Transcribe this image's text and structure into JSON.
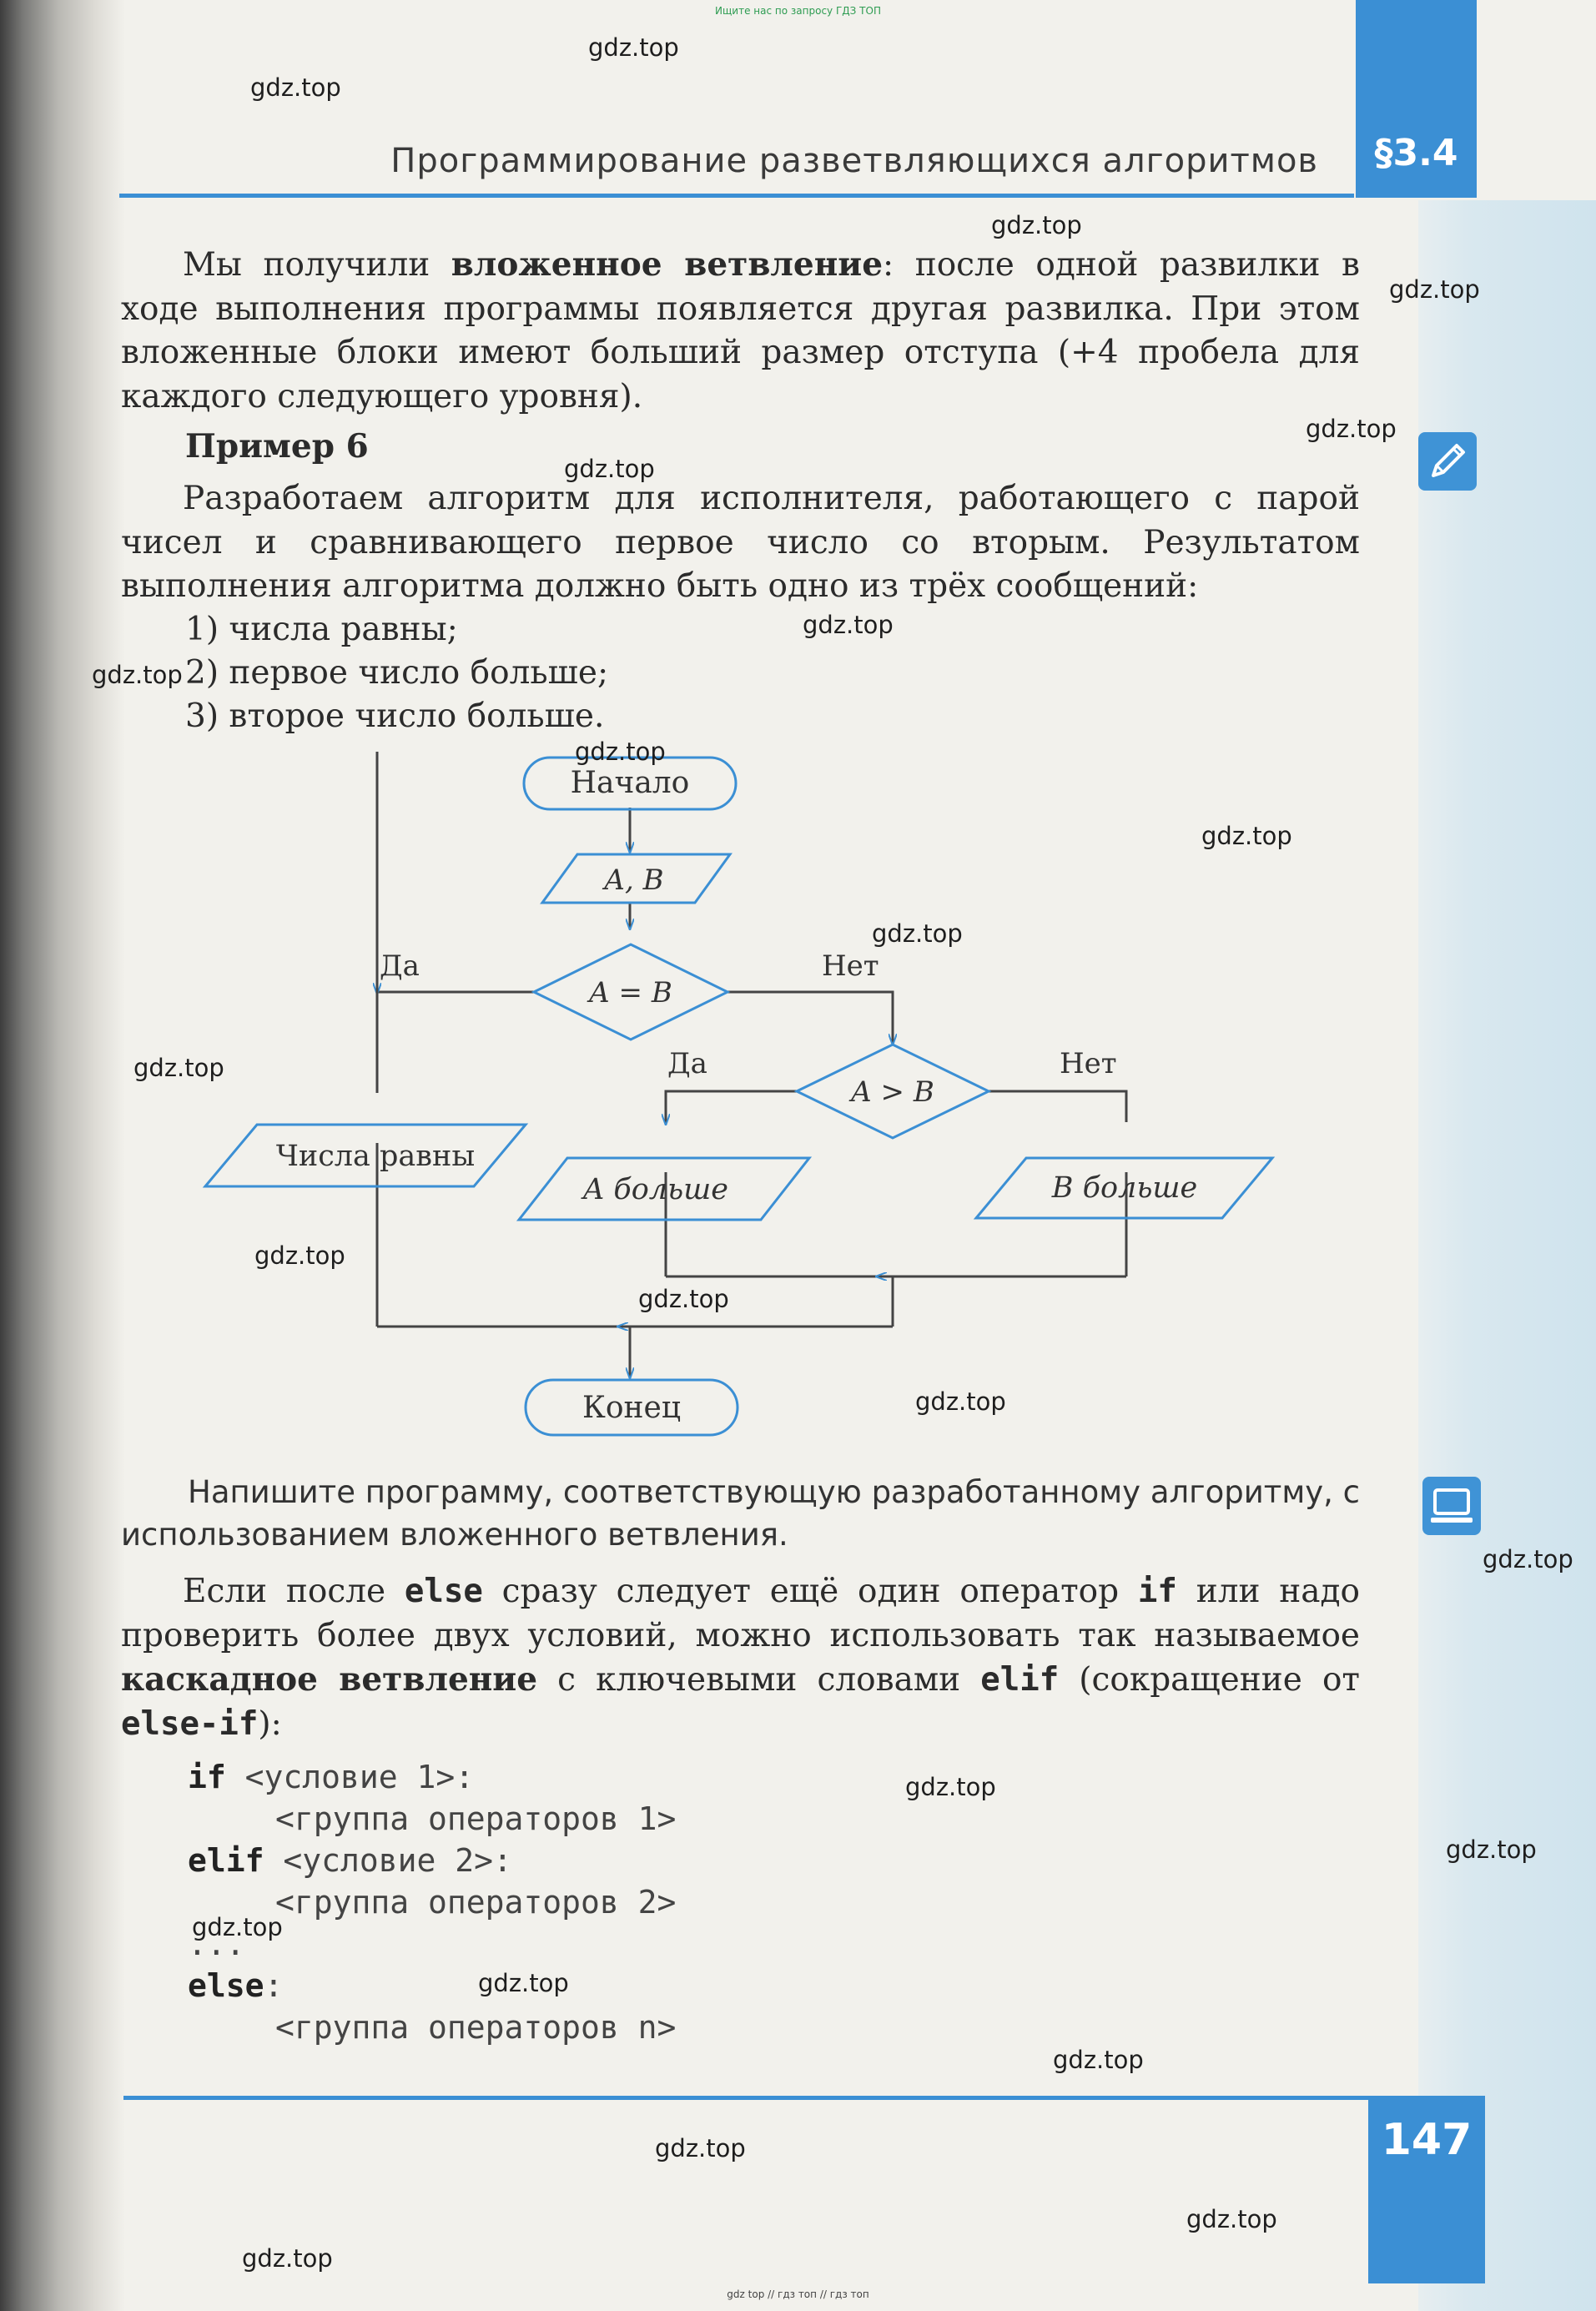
{
  "top_note": "Ищите нас по запросу ГДЗ ТОП",
  "bottom_note": "gdz top // гдз топ // гдз топ",
  "header": {
    "title": "Программирование разветвляющихся алгоритмов",
    "section": "§3.4"
  },
  "paragraph1": {
    "pre": "Мы получили ",
    "bold": "вложенное ветвление",
    "post": ": после одной развилки в ходе выполнения программы появляется другая развилка. При этом вложенные блоки имеют больший размер отступа (+4 пробела для каждого следующего уровня)."
  },
  "example_heading": "Пример 6",
  "paragraph2": "Разработаем алгоритм для исполнителя, работающего с парой чисел и сравнивающего первое число со вторым. Результатом выполнения алгоритма должно быть одно из трёх сообщений:",
  "list": [
    "1) числа равны;",
    "2) первое число больше;",
    "3) второе число больше."
  ],
  "flowchart": {
    "start": "Начало",
    "input": "A, B",
    "cond1": "A = B",
    "cond1_yes": "Да",
    "cond1_no": "Нет",
    "cond2": "A > B",
    "cond2_yes": "Да",
    "cond2_no": "Нет",
    "out_equal": "Числа равны",
    "out_a": "A больше",
    "out_b": "B больше",
    "end": "Конец"
  },
  "task": "Напишите программу, соответствующую разработанному алгоритму, с использованием вложенного ветвления.",
  "paragraph3": {
    "t1": "Если после ",
    "k1": "else",
    "t2": " сразу следует ещё один оператор ",
    "k2": "if",
    "t3": " или надо проверить более двух условий, можно использовать так называемое ",
    "b1": "каскадное ветвление",
    "t4": " с ключевыми словами ",
    "k3": "elif",
    "t5": " (сокращение от ",
    "k4": "else-if",
    "t6": "):"
  },
  "code": {
    "kw_if": "if",
    "cond1": " <условие 1>:",
    "group1": "<группа операторов 1>",
    "kw_elif": "elif",
    "cond2": " <условие 2>:",
    "group2": "<группа операторов 2>",
    "dots": "...",
    "kw_else": "else",
    "colon": ":",
    "groupn": "<группа операторов n>"
  },
  "page_number": "147",
  "watermark": "gdz.top",
  "icons": [
    "pencil-icon",
    "computer-icon"
  ],
  "colors": {
    "accent": "#3b8fd4",
    "watermark_note": "#2e9c52"
  }
}
